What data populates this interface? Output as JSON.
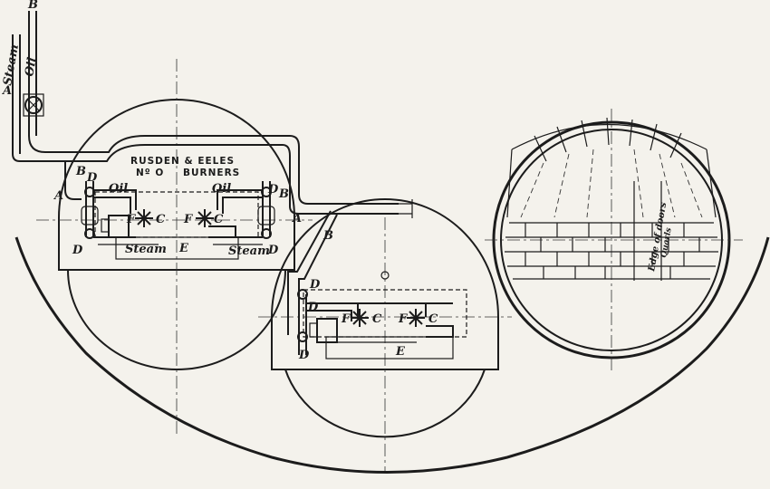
{
  "pipes": {
    "steam": "Steam",
    "oil": "Oil"
  },
  "title": {
    "line1": "RUSDEN & EELES",
    "line2": "Nº O",
    "line3": "BURNERS"
  },
  "letters": {
    "a": "A",
    "b": "B",
    "c": "C",
    "d": "D",
    "e": "E",
    "f": "F"
  },
  "labels": {
    "oil": "Oil",
    "steam": "Steam"
  },
  "brick": {
    "line1": "Edge of doors",
    "line2": "Quarls"
  }
}
